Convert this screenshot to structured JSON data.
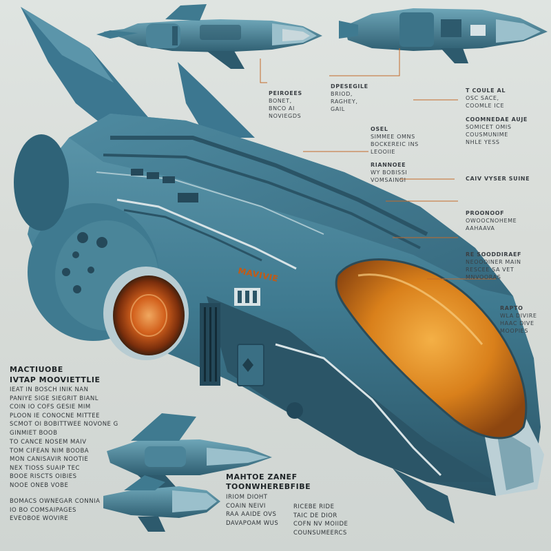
{
  "colors": {
    "background": "#dcdfdc",
    "hull_primary": "#3f7a90",
    "hull_dark": "#2d5a6d",
    "hull_light": "#6aa3b6",
    "canopy": "#e0891c",
    "engine_glow": "#d65b14",
    "leader_line": "#c46a2a",
    "text": "#2c3136"
  },
  "annotations": {
    "a1": {
      "title": "PEIROEES",
      "lines": [
        "BONET,",
        "BNCO AI",
        "NOVIEGDS"
      ]
    },
    "a2": {
      "title": "DPESEGILE",
      "lines": [
        "BRIOD,",
        "RAGHEY,",
        "GAIL"
      ]
    },
    "a3": {
      "title": "T COULE AL",
      "lines": [
        "OSC SACE,",
        "COOMLE ICE"
      ]
    },
    "a4": {
      "title": "OSEL",
      "lines": [
        "SIMMEE OMNS",
        "BOCKEREIC INS",
        "LEOOIIE"
      ]
    },
    "a5": {
      "title": "RIANNOEE",
      "lines": [
        "WY BOBISSI",
        "VOMSAINGI"
      ]
    },
    "a6": {
      "title": "COOMNEDAE AUJE",
      "lines": [
        "SOMICET OMIS",
        "COUSMUNIME",
        "NHLE YESS"
      ]
    },
    "a7": {
      "title": "CAIV VYSER SUINE",
      "lines": []
    },
    "a8": {
      "title": "PROONOOF",
      "lines": [
        "OWOOCNOHEME",
        "AAHAAVA"
      ]
    },
    "a9": {
      "title": "RE SOODDIRAEF",
      "lines": [
        "NEOOOINER MAIN",
        "RESCEE SA VET",
        "MNVOORAS"
      ]
    },
    "a10": {
      "title": "RAPTO",
      "lines": [
        "WLA DIVIRE",
        "HAAC DIVE",
        "MOOPIES"
      ]
    },
    "hull_marking": "MAVIVIE",
    "side_title_1": "MACTIUOBE",
    "side_title_2": "IVTAP MOOVIETTLIE",
    "side_text_1": [
      "IEAT IN BOSCH INIK NAN",
      "PANIYE SIGE SIEGRIT BIANL",
      "COIN IO COFS GESIE MIM",
      "PLOON IE CONOCNE MITTEE",
      "SCMOT OI BOBITTWEE NOVONE G",
      "GINMIET BOOB"
    ],
    "side_text_2": [
      "TO CANCE NOSEM MAIV",
      "TOM CIFEAN NIM BOOBA",
      "MON CANISAVIR NOOTIE",
      "NEX TIOSS SUAIP TEC",
      "BOOE RISCTS OIBIES",
      "NOOE ONEB VOBE"
    ],
    "side_text_3": [
      "BOMACS OWNEGAR CONNIA",
      "IO BO COMSAIPAGES",
      "EVEOBOE WOVIRE"
    ],
    "bottom_title_1": "MAHTOE ZANEF",
    "bottom_title_2": "TOONWHEREBFIBE",
    "bottom_text_1": [
      "IRIOM DIOHT",
      "COAIN NEIVI",
      "RAA AAIDE OVS",
      "DAVAPOAM WUS"
    ],
    "bottom_text_2": [
      "RICEBE RIDE",
      "TAIC DE DIOR",
      "COFN NV MOIIDE",
      "COUNSUMEERCS"
    ]
  }
}
